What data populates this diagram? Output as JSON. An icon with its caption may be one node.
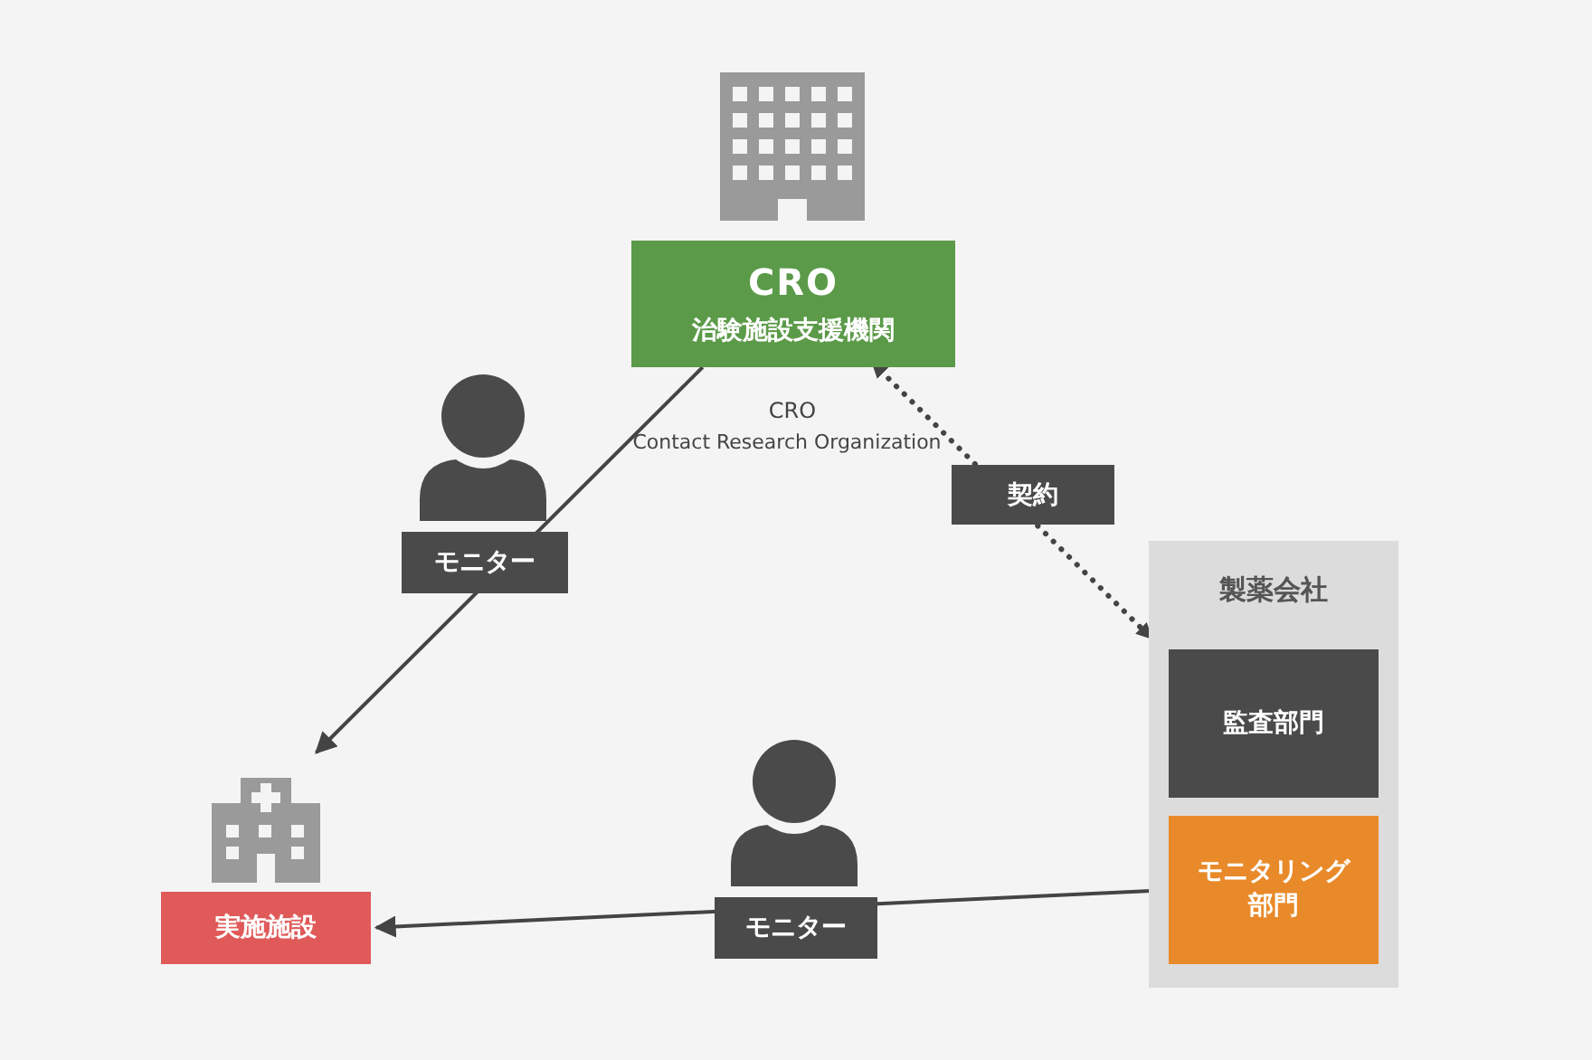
{
  "diagram": {
    "nodes": [
      {
        "text": [
          "CRO",
          "治験施設支援機関"
        ]
      },
      {
        "text": [
          "製薬会社"
        ]
      },
      {
        "text": [
          "監査部門"
        ],
        "in": 1
      },
      {
        "text": [
          "モニタリング部門"
        ],
        "in": 1
      },
      {
        "text": [
          "実施施設"
        ]
      }
    ],
    "edges": [
      {
        "from": 0,
        "to": 4,
        "arrow": "to",
        "label": "モニター"
      },
      {
        "from": 0,
        "to": 1,
        "arrow": "both",
        "label": "契約",
        "style": "dashed"
      },
      {
        "from": 3,
        "to": 4,
        "arrow": "to",
        "label": "モニター"
      }
    ],
    "labels": [
      "CRO",
      "Contact Research Organization"
    ]
  }
}
